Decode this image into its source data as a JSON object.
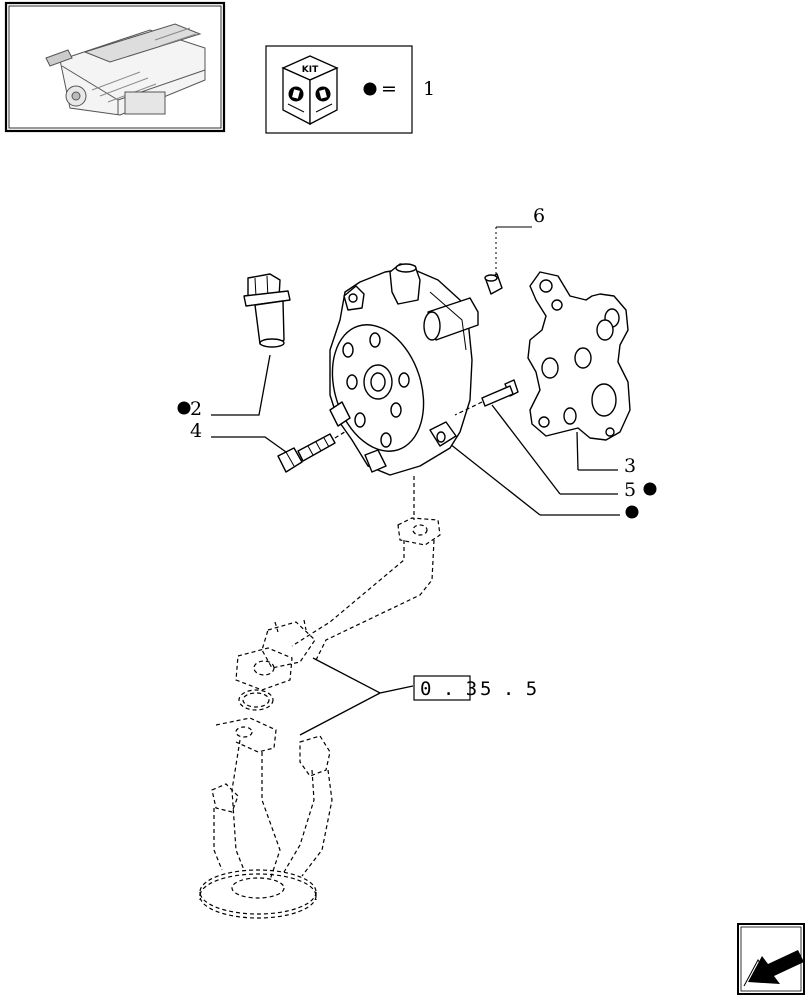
{
  "kit_box": {
    "logo_text": "KIT",
    "equals": "=",
    "number": "1"
  },
  "callouts": {
    "c2": "2",
    "c3": "3",
    "c4": "4",
    "c5": "5",
    "c6": "6"
  },
  "reference": {
    "boxed": "0 . 3",
    "rest": "5 . 5"
  }
}
